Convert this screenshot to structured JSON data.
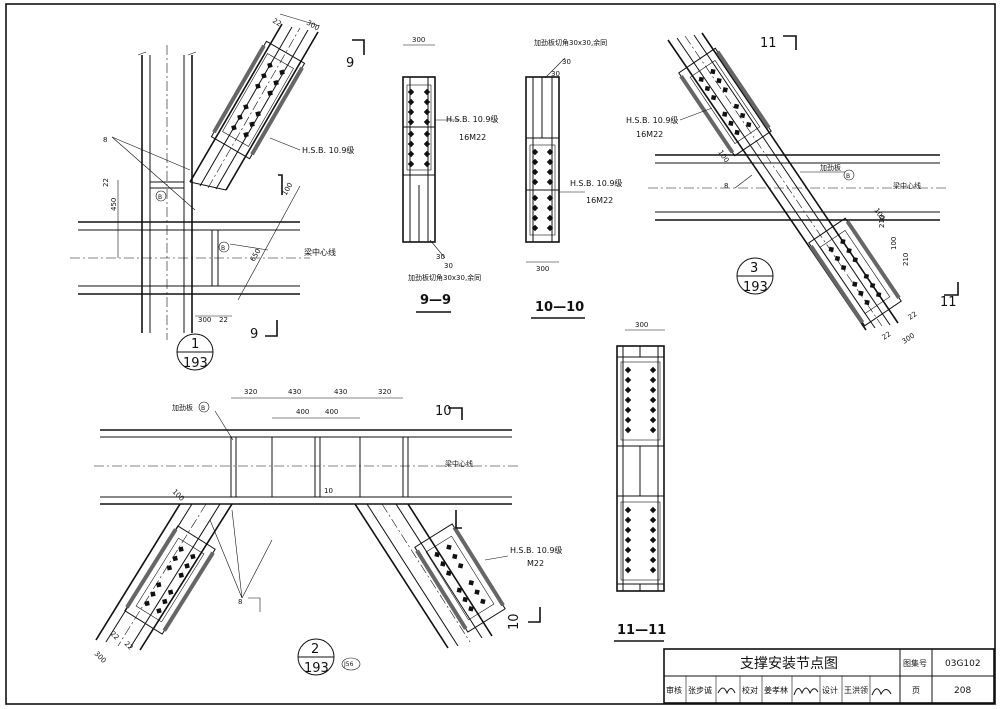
{
  "sheet": {
    "border_note": "",
    "title_block": {
      "title": "支撑安装节点图",
      "atlas_no_label": "图集号",
      "atlas_no": "03G102",
      "page_label": "页",
      "page": "208",
      "review_label": "审核",
      "review_name": "张步诚",
      "check_label": "校对",
      "check_name": "姜孝林",
      "design_label": "设计",
      "design_name": "王洪领"
    }
  },
  "detail1": {
    "ref_top": "1",
    "ref_bottom": "193",
    "bolt_note": "H.S.B. 10.9级",
    "beam_centerline": "梁中心线",
    "plate_tag": "B",
    "section_mark": "9",
    "dims": {
      "d300a": "300",
      "d22a": "22",
      "d450": "450",
      "d22b": "22",
      "d100": "100",
      "d650": "650",
      "d300b": "300",
      "d22c": "22",
      "d8": "8"
    }
  },
  "section99": {
    "title": "9—9",
    "width": "300",
    "bolt_note": "H.S.B. 10.9级",
    "bolt_count": "16M22",
    "stiffener_note": "加劲板切角30x30,余同",
    "d30a": "30",
    "d30b": "30"
  },
  "section1010": {
    "title": "10—10",
    "stiffener_note": "加劲板切角30x30,余同",
    "d30a": "30",
    "d30b": "30",
    "bolt_note": "H.S.B. 10.9级",
    "bolt_count": "16M22",
    "width": "300"
  },
  "detail3": {
    "ref_top": "3",
    "ref_bottom": "193",
    "section_mark": "11",
    "bolt_note": "H.S.B. 10.9级",
    "bolt_count": "16M22",
    "stiffener_label": "加劲板",
    "plate_tag": "B",
    "beam_centerline": "梁中心线",
    "dims": {
      "d100a": "100",
      "d8": "8",
      "d100b": "100",
      "d210a": "210",
      "d100c": "100",
      "d210b": "210",
      "d22a": "22",
      "d22b": "22",
      "d300": "300"
    }
  },
  "detail2": {
    "ref_top": "2",
    "ref_bottom": "193",
    "ref_page": "J56",
    "stiffener_label": "加劲板",
    "plate_tag": "B",
    "section_mark": "10",
    "beam_centerline": "梁中心线",
    "bolt_note": "H.S.B. 10.9级",
    "bolt_count": "M22",
    "dims": {
      "d320a": "320",
      "d430a": "430",
      "d430b": "430",
      "d320b": "320",
      "d400a": "400",
      "d400b": "400",
      "d10": "10",
      "d100": "100",
      "d8": "8",
      "d22a": "22",
      "d22b": "22",
      "d300": "300"
    }
  },
  "section1111": {
    "title": "11—11",
    "width": "300"
  }
}
